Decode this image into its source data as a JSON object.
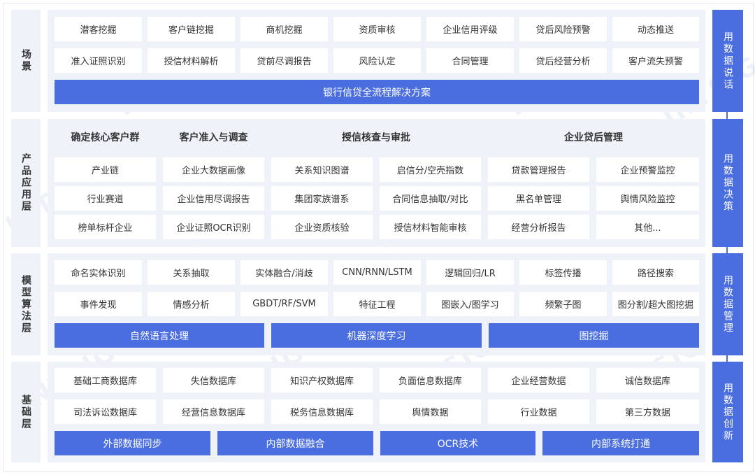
{
  "layers": {
    "scene": {
      "label": "场景",
      "row1": [
        "潜客挖掘",
        "客户链挖掘",
        "商机挖掘",
        "资质审核",
        "企业信用评级",
        "贷后风险预警",
        "动态推送"
      ],
      "row2": [
        "准入证照识别",
        "授信材料解析",
        "贷前尽调报告",
        "风险认定",
        "合同管理",
        "贷后经营分析",
        "客户流失预警"
      ],
      "bar": "银行信贷全流程解决方案"
    },
    "product": {
      "label": "产品应用层",
      "headings": [
        "确定核心客户群",
        "客户准入与调查",
        "授信核查与审批",
        "企业贷后管理"
      ],
      "row1": [
        "产业链",
        "企业大数据画像",
        "关系知识图谱",
        "启信分/空壳指数",
        "贷款管理报告",
        "企业预警监控"
      ],
      "row2": [
        "行业赛道",
        "企业信用尽调报告",
        "集团家族谱系",
        "合同信息抽取/对比",
        "黑名单管理",
        "舆情风险监控"
      ],
      "row3": [
        "榜单标杆企业",
        "企业证照OCR识别",
        "企业资质核验",
        "授信材料智能审核",
        "经营分析报告",
        "其他..."
      ]
    },
    "model": {
      "label": "模型算法层",
      "row1": [
        "命名实体识别",
        "关系抽取",
        "实体融合/消歧",
        "CNN/RNN/LSTM",
        "逻辑回归/LR",
        "标签传播",
        "路径搜索"
      ],
      "row2": [
        "事件发现",
        "情感分析",
        "GBDT/RF/SVM",
        "特征工程",
        "图嵌入/图学习",
        "频繁子图",
        "图分割/超大图挖掘"
      ],
      "bars": [
        "自然语言处理",
        "机器深度学习",
        "图挖掘"
      ]
    },
    "base": {
      "label": "基础层",
      "row1": [
        "基础工商数据库",
        "失信数据库",
        "知识产权数据库",
        "负面信息数据库",
        "企业经营数据",
        "诚信数据库"
      ],
      "row2": [
        "司法诉讼数据库",
        "经营信息数据库",
        "税务信息数据库",
        "舆情数据",
        "行业数据",
        "第三方数据"
      ],
      "bars": [
        "外部数据同步",
        "内部数据融合",
        "OCR技术",
        "内部系统打通"
      ]
    }
  },
  "right": [
    "用数据说话",
    "用数据决策",
    "用数据管理",
    "用数据创新"
  ],
  "watermark": "INTSIG",
  "colors": {
    "accent": "#4a6ee0",
    "panel": "#eff2f8"
  }
}
